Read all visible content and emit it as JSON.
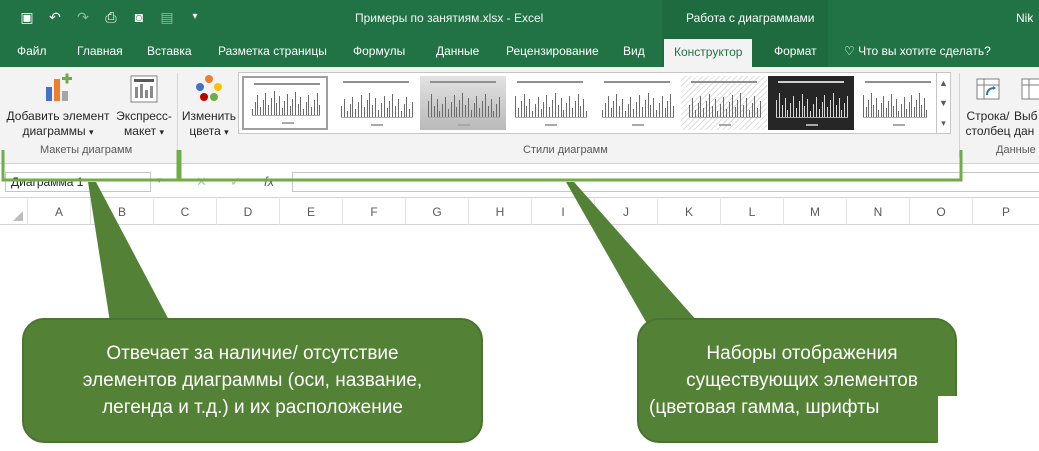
{
  "titlebar": {
    "doc_title": "Примеры по занятиям.xlsx - Excel",
    "context_title": "Работа с диаграммами",
    "user": "Nik",
    "qat": [
      "save-icon",
      "undo-icon",
      "redo-icon",
      "print-preview-icon",
      "camera-icon",
      "form-icon",
      "customize-icon"
    ]
  },
  "tabs": [
    {
      "label": "Файл"
    },
    {
      "label": "Главная"
    },
    {
      "label": "Вставка"
    },
    {
      "label": "Разметка страницы"
    },
    {
      "label": "Формулы"
    },
    {
      "label": "Данные"
    },
    {
      "label": "Рецензирование"
    },
    {
      "label": "Вид"
    },
    {
      "label": "Конструктор",
      "active": true
    },
    {
      "label": "Формат"
    },
    {
      "label": "Что вы хотите сделать?"
    }
  ],
  "ribbon": {
    "add_element_line1": "Добавить элемент",
    "add_element_line2": "диаграммы",
    "express_line1": "Экспресс-",
    "express_line2": "макет",
    "change_colors_line1": "Изменить",
    "change_colors_line2": "цвета",
    "group_layouts": "Макеты диаграмм",
    "group_styles": "Стили диаграмм",
    "switch_line1": "Строка/",
    "switch_line2": "столбец",
    "select_data_line1": "Выб",
    "select_data_line2": "дан",
    "group_data": "Данные",
    "dropdown_caret": "▾"
  },
  "formula_bar": {
    "name_box": "Диаграмма 1",
    "cancel_symbol": "✕",
    "enter_symbol": "✓",
    "fx_symbol": "fx",
    "formula": ""
  },
  "columns": [
    "A",
    "B",
    "C",
    "D",
    "E",
    "F",
    "G",
    "H",
    "I",
    "J",
    "K",
    "L",
    "M",
    "N",
    "O",
    "P"
  ],
  "callouts": {
    "left": [
      "Отвечает за наличие/ отсутствие",
      "элементов диаграммы (оси, название,",
      "легенда и т.д.) и их расположение"
    ],
    "right": [
      "Наборы отображения",
      "существующих элементов",
      "(цветовая гамма, шрифты"
    ]
  },
  "colors": {
    "excel_green": "#217346",
    "callout_green": "#538135",
    "bracket_green": "#70ad47"
  }
}
